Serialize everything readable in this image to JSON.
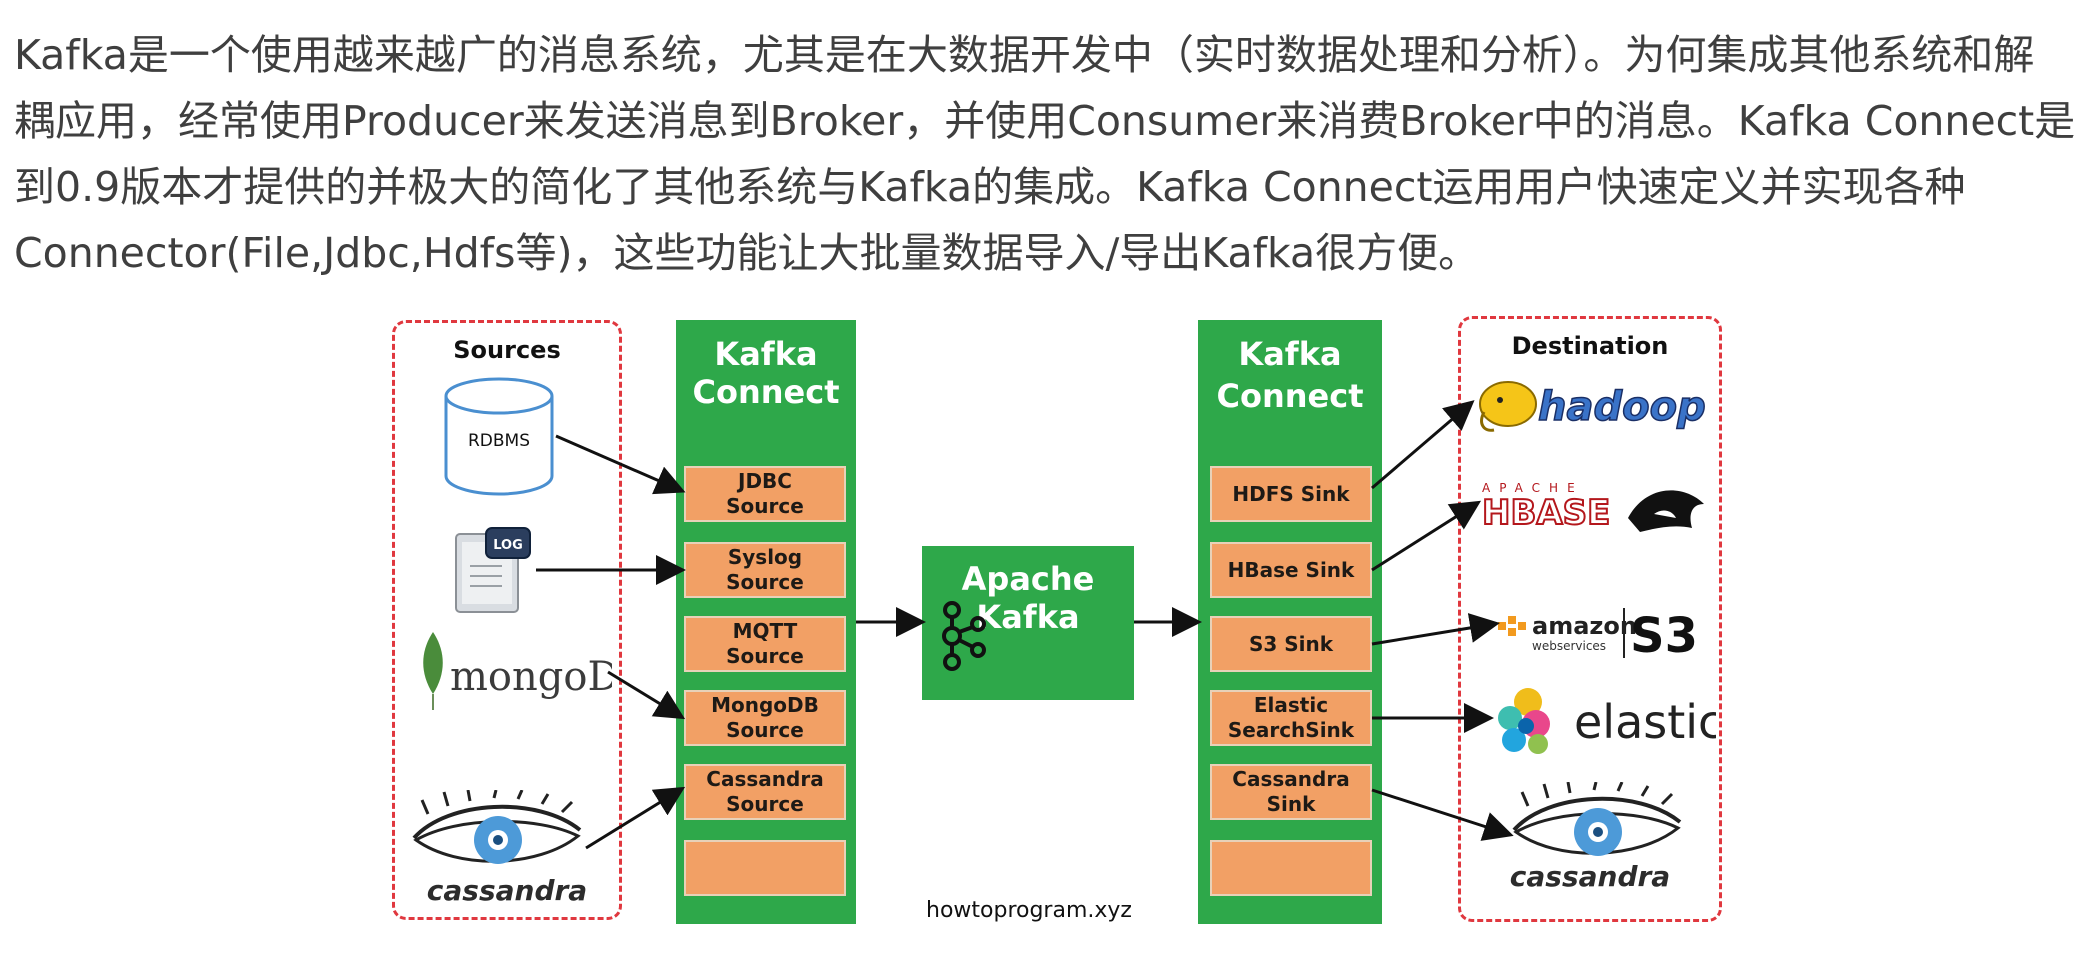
{
  "intro": {
    "lines": [
      "Kafka是一个使用越来越广的消息系统，尤其是在大数据开发中（实时数据处理和分析）。为何集成其他系统和解",
      "耦应用，经常使用Producer来发送消息到Broker，并使用Consumer来消费Broker中的消息。Kafka Connect是",
      "到0.9版本才提供的并极大的简化了其他系统与Kafka的集成。Kafka Connect运用用户快速定义并实现各种",
      "Connector(File,Jdbc,Hdfs等)，这些功能让大批量数据导入/导出Kafka很方便。"
    ]
  },
  "diagram": {
    "sources_title": "Sources",
    "destination_title": "Destination",
    "left_connect_title_1": "Kafka",
    "left_connect_title_2": "Connect",
    "right_connect_title_1": "Kafka",
    "right_connect_title_2": "Connect",
    "center_title_1": "Apache",
    "center_title_2": "Kafka",
    "rdbms_label": "RDBMS",
    "log_label": "LOG",
    "mongodb_logo": "mongoDB",
    "cassandra_label": "cassandra",
    "hadoop_logo": "hadoop",
    "hbase_small": "APACHE",
    "hbase_logo": "HBASE",
    "amazon_logo": "amazon",
    "amazon_sub": "webservices",
    "s3_logo": "S3",
    "elastic_logo": "elastic",
    "cassandra_dest_label": "cassandra",
    "source_plugins": [
      {
        "line1": "JDBC",
        "line2": "Source"
      },
      {
        "line1": "Syslog",
        "line2": "Source"
      },
      {
        "line1": "MQTT",
        "line2": "Source"
      },
      {
        "line1": "MongoDB",
        "line2": "Source"
      },
      {
        "line1": "Cassandra",
        "line2": "Source"
      },
      {
        "line1": "",
        "line2": ""
      }
    ],
    "sink_plugins": [
      {
        "line1": "HDFS Sink",
        "line2": ""
      },
      {
        "line1": "HBase Sink",
        "line2": ""
      },
      {
        "line1": "S3 Sink",
        "line2": ""
      },
      {
        "line1": "Elastic",
        "line2": "SearchSink"
      },
      {
        "line1": "Cassandra",
        "line2": "Sink"
      },
      {
        "line1": "",
        "line2": ""
      }
    ],
    "footer": "howtoprogram.xyz"
  },
  "colors": {
    "kafka_green": "#2ea84a",
    "plugin_orange": "#f2a065",
    "dashed_red": "#e0383f",
    "intro_text": "#3f3f3f"
  }
}
